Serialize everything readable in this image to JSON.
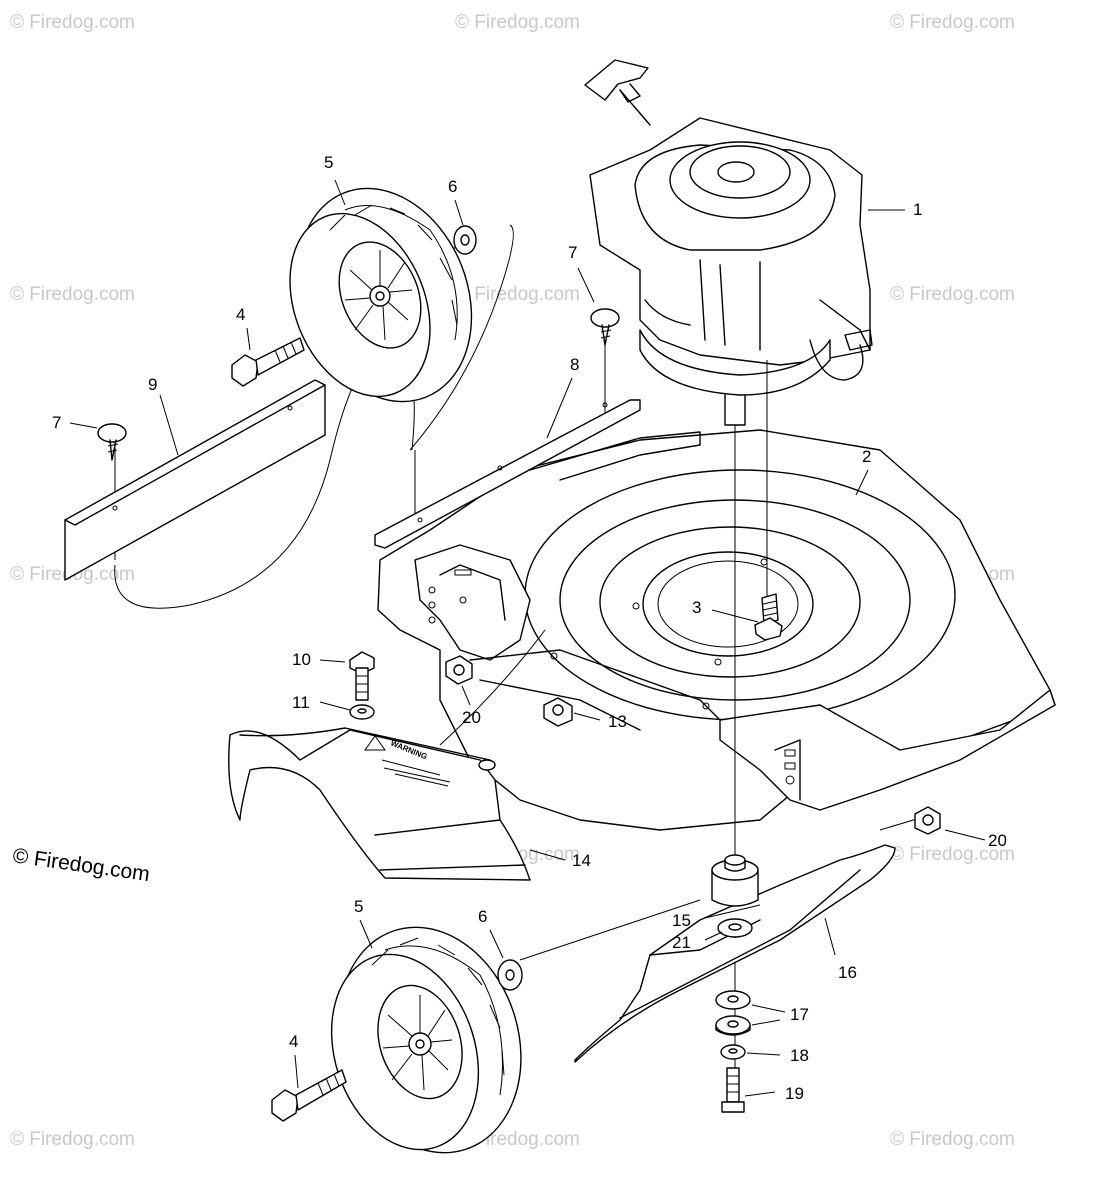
{
  "watermark": "© Firedog.com",
  "copyright": "© Firedog.com",
  "decal_text": "WARNING",
  "callouts": {
    "engine": "1",
    "deck": "2",
    "blade_adapter_bolt": "3",
    "wheel_bolt_rear": "4",
    "wheel_bolt_front": "4",
    "wheel_rear": "5",
    "wheel_front": "5",
    "washer_rear": "6",
    "washer_front": "6",
    "screw_right": "7",
    "screw_left": "7",
    "baffle_right": "8",
    "baffle_left": "9",
    "bolt_chute": "10",
    "washer_chute": "11",
    "nut_13": "13",
    "rear_deflector": "14",
    "adapter": "15",
    "blade": "16",
    "washers_17": "17",
    "lock_washer_18": "18",
    "blade_bolt": "19",
    "nut_20_left": "20",
    "nut_20_right": "20",
    "washer_21": "21"
  }
}
